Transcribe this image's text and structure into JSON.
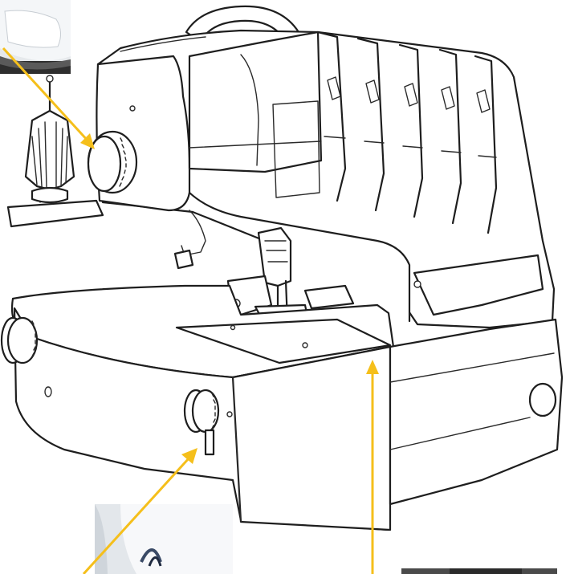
{
  "colors": {
    "arrow": "#f5bf1b",
    "line_art": "#1e1e1e",
    "background": "#ffffff",
    "photo_plastic": "#e9ecef",
    "photo_shadow": "#3a3a3a"
  },
  "illustration": {
    "subject": "overlock-sewing-machine",
    "callouts": [
      {
        "name": "handwheel-callout",
        "target": "handwheel",
        "inset": "top-left-photo"
      },
      {
        "name": "front-knob-callout",
        "target": "front-adjustment-knob",
        "inset": "bottom-left-photo"
      },
      {
        "name": "needle-plate-callout",
        "target": "needle-plate-edge",
        "inset": "bottom-right-photo"
      }
    ]
  }
}
